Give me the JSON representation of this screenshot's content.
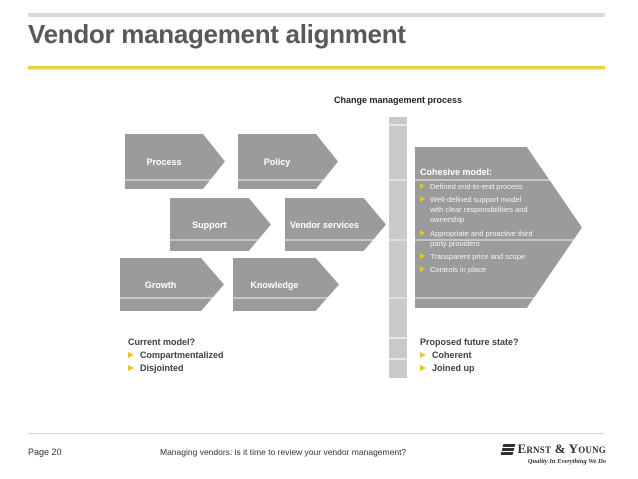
{
  "colors": {
    "arrow_gray": "#9b9b9b",
    "bar_gray": "#c9c9c9",
    "strip_gray": "#dadada",
    "title_gray": "#595959",
    "text_dark": "#3f3f3f",
    "bullet_yellow": "#e9c427",
    "rule_yellow": "#f0ce3e",
    "logo_dark": "#2f2f38"
  },
  "header": {
    "title": "Vendor management alignment"
  },
  "diagram": {
    "bar_label": "Change management process",
    "arrows": [
      {
        "label": "Process"
      },
      {
        "label": "Policy"
      },
      {
        "label": "Support"
      },
      {
        "label": "Vendor services"
      },
      {
        "label": "Growth"
      },
      {
        "label": "Knowledge"
      }
    ],
    "cohesive": {
      "heading": "Cohesive model:",
      "bullets": [
        "Defined end-to-end process",
        "Well-defined support model with clear responsibilities and ownership",
        "Appropriate and proactive third party providers",
        "Transparent price and scope",
        "Controls in place"
      ]
    }
  },
  "notes": {
    "current": {
      "heading": "Current model?",
      "bullets": [
        "Compartmentalized",
        "Disjointed"
      ]
    },
    "proposed": {
      "heading": "Proposed future state?",
      "bullets": [
        "Coherent",
        "Joined up"
      ]
    }
  },
  "footer": {
    "page": "Page 20",
    "caption": "Managing vendors: is it time to review your vendor management?",
    "logo_name": "Ernst & Young",
    "tagline": "Quality In Everything We Do"
  }
}
